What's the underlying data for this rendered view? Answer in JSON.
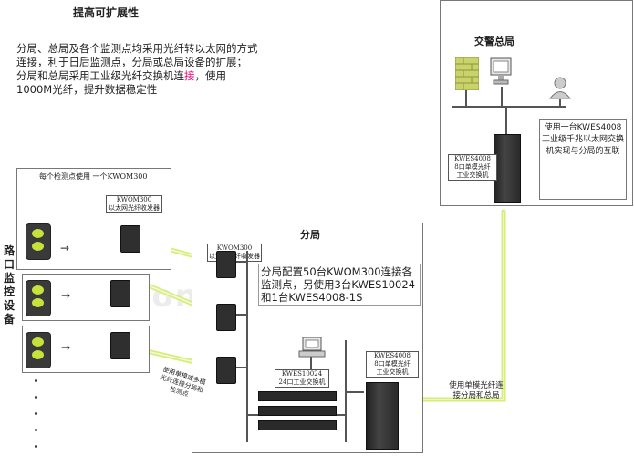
{
  "title": "提高可扩展性",
  "intro": {
    "line1": "分局、总局及各个监测点均采用光纤转以太网的方式",
    "line2": "连接，利于日后监测点，分局或总局设备的扩展；",
    "line3_a": "分局和总局采用工业级光纤交换机连",
    "line3_b": "接",
    "line3_c": "，使用",
    "line4": "1000M光纤，提升数据稳定性"
  },
  "hq": {
    "title": "交警总局",
    "device_label_1": "KWES4008",
    "device_label_2": "8口单模光纤",
    "device_label_3": "工业交换机",
    "note": "使用一台KWES4008工业级千兆以太网交换机实现与分局的互联"
  },
  "detect": {
    "header": "每个检测点使用 一个KWOM300",
    "device_label_1": "KWOM300",
    "device_label_2": "以太网光纤收发器"
  },
  "side_label": "路口监控设备",
  "branch": {
    "title": "分局",
    "conv_label_1": "KWOM300",
    "conv_label_2": "以太网光纤收发器",
    "desc_1": "分局配置50台KWOM300连接各",
    "desc_2": "监测点，另使用3台KWES10024",
    "desc_3": "和1台KWES4008-1S",
    "switch_label_1": "KWES10024",
    "switch_label_2": "24口工业交换机",
    "tower_label_1": "KWES4008",
    "tower_label_2": "8口单模光纤",
    "tower_label_3": "工业交换机"
  },
  "fiber_note_left": "使用单模或多模光纤连接分局和检测点",
  "fiber_note_right_1": "使用单模光纤连",
  "fiber_note_right_2": "接分局和总局",
  "watermark": "gongkong.com",
  "colors": {
    "fiber": "#d4ee7a",
    "highlight": "#e0007a"
  }
}
